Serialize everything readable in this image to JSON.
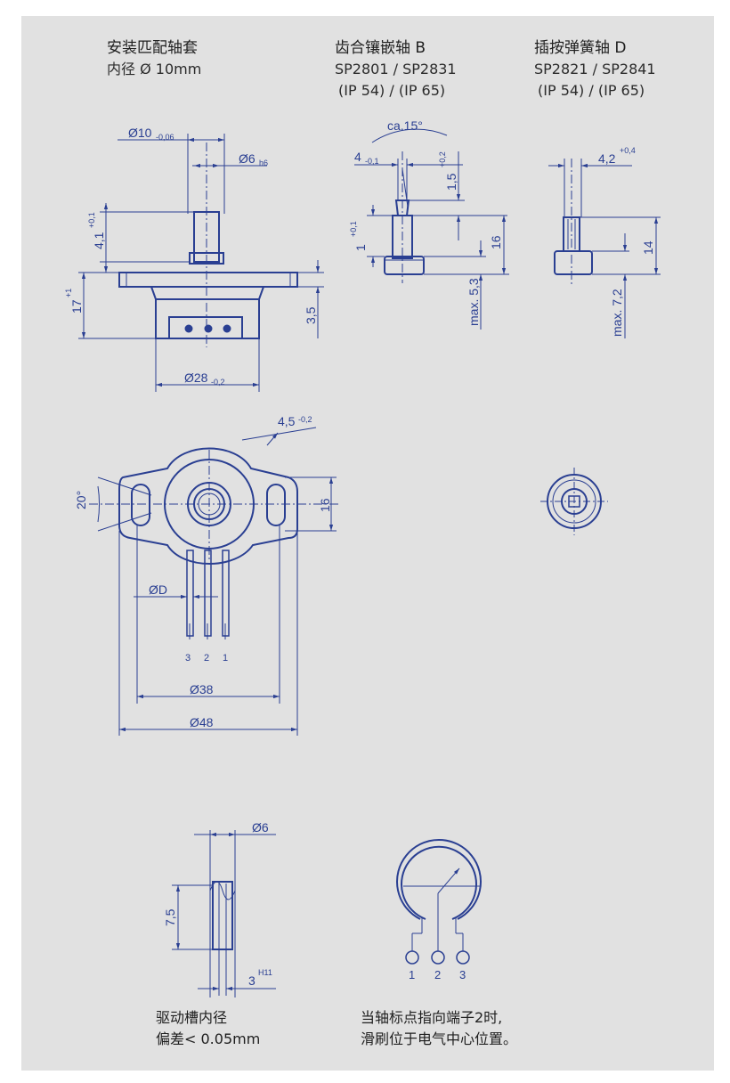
{
  "colors": {
    "background": "#e1e1e1",
    "line": "#2a3f92"
  },
  "columns": [
    {
      "title": "安装匹配轴套",
      "lines": [
        "内径 Ø 10mm"
      ]
    },
    {
      "title": "齿合镶嵌轴 B",
      "lines": [
        "SP2801 / SP2831",
        "(IP 54) / (IP 65)"
      ]
    },
    {
      "title": "插按弹簧轴 D",
      "lines": [
        "SP2821 / SP2841",
        "(IP 54) / (IP 65)"
      ]
    }
  ],
  "dims_main": {
    "d10": "Ø10",
    "d10_tol": "-0,06",
    "d6": "Ø6",
    "d6_tol": "h6",
    "h41": "4,1",
    "h41_tol": "+0,1",
    "h17": "17",
    "h17_tol": "+1",
    "h35": "3,5",
    "d28": "Ø28",
    "d28_tol": "-0,2"
  },
  "dims_b": {
    "angle": "ca.15°",
    "w4": "4",
    "w4_tol": "-0,1",
    "h15": "1,5",
    "h15_tol": "+0,2",
    "h1": "1",
    "h1_tol": "+0,1",
    "h16": "16",
    "max53": "max. 5,3"
  },
  "dims_d": {
    "w42": "4,2",
    "w42_tol": "+0,4",
    "h14": "14",
    "max72": "max. 7,2"
  },
  "dims_top": {
    "w45": "4,5",
    "w45_tol": "-0,2",
    "angle20": "20°",
    "h16": "16",
    "dD": "ØD",
    "pins": [
      "3",
      "2",
      "1"
    ],
    "d38": "Ø38",
    "d48": "Ø48"
  },
  "dims_slot": {
    "d6": "Ø6",
    "h75": "7,5",
    "w3": "3",
    "w3_tol": "H11"
  },
  "circuit": {
    "pins": [
      "1",
      "2",
      "3"
    ]
  },
  "notes": {
    "slot": [
      "驱动槽内径",
      "偏差< 0.05mm"
    ],
    "circuit": [
      "当轴标点指向端子2时,",
      "滑刷位于电气中心位置。"
    ]
  }
}
